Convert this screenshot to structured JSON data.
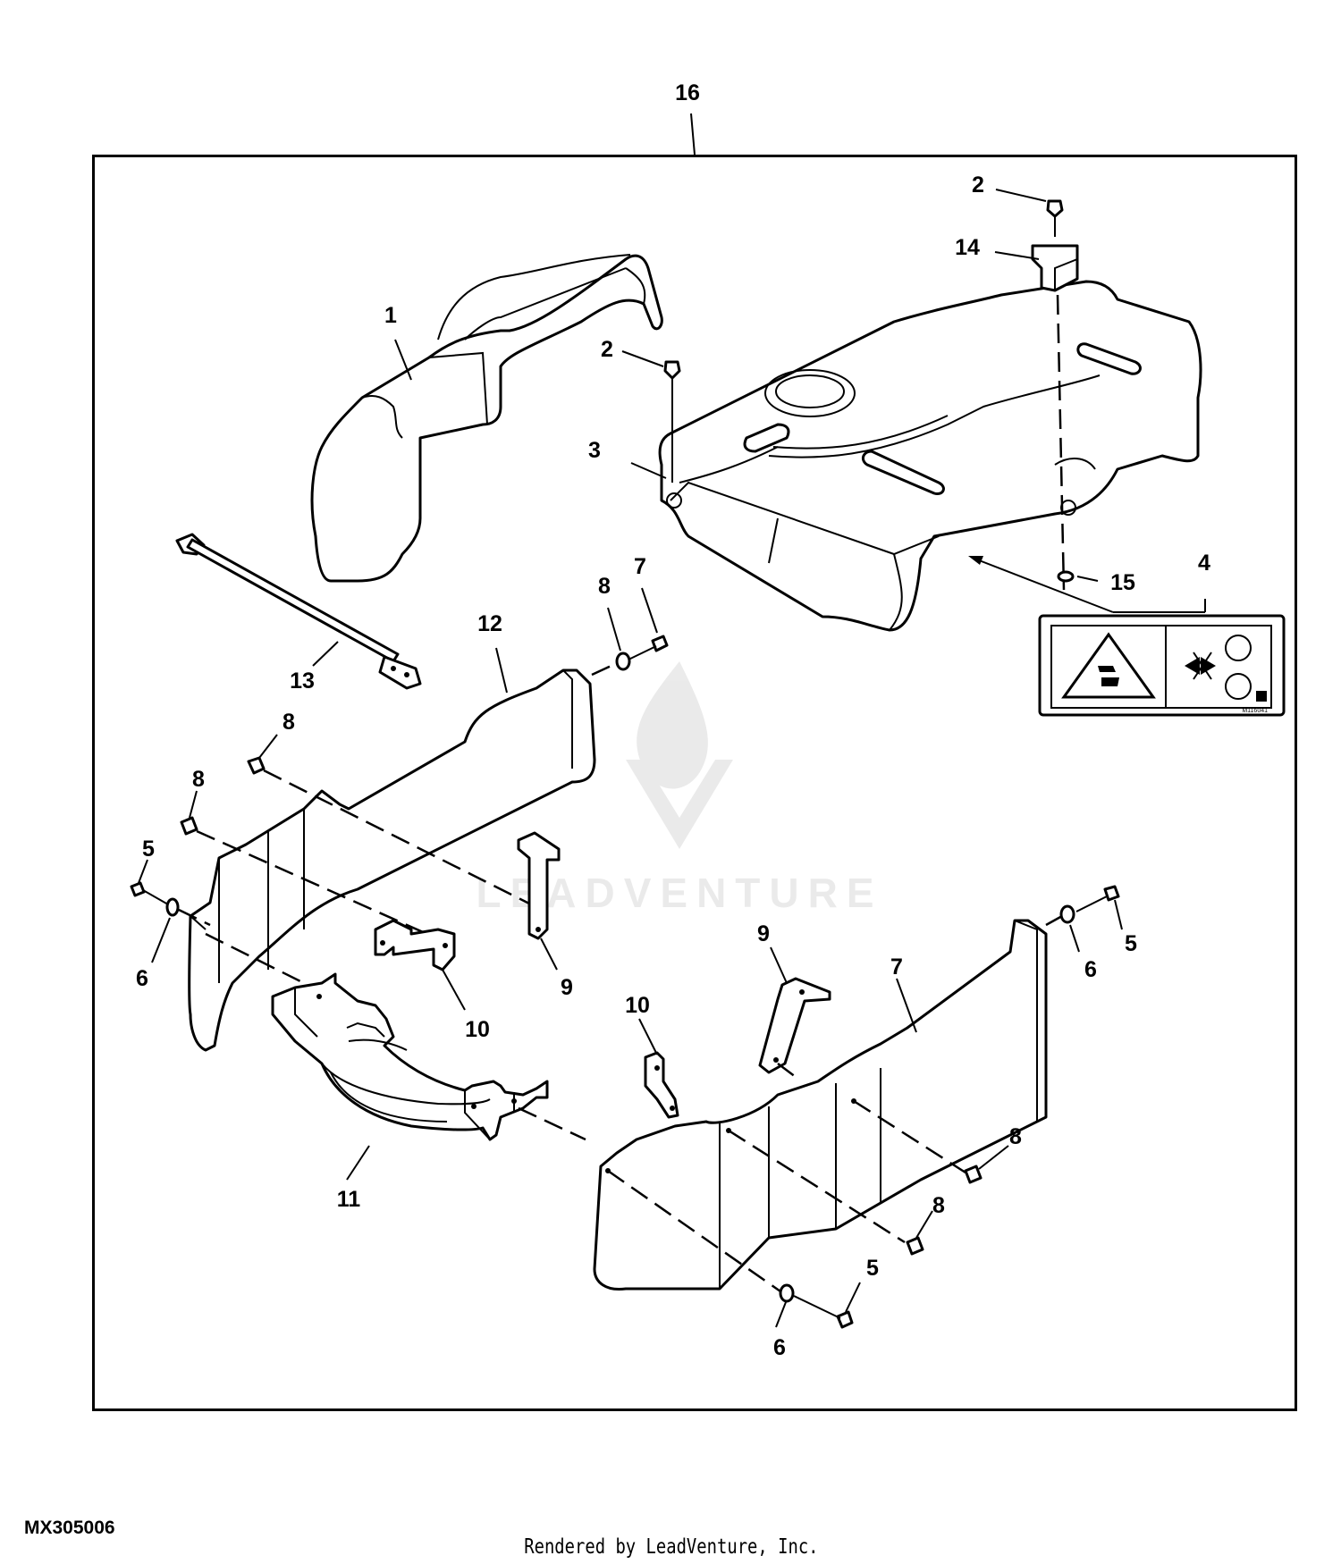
{
  "figure_id": "MX305006",
  "footer_text": "Rendered by LeadVenture, Inc.",
  "watermark_text": "LEADVENTURE",
  "decal": {
    "code": "M116041"
  },
  "callouts": {
    "c16": "16",
    "c2_top": "2",
    "c14": "14",
    "c1": "1",
    "c2_mid": "2",
    "c3": "3",
    "c4": "4",
    "c15": "15",
    "c13": "13",
    "c12": "12",
    "c8_a": "8",
    "c7_a": "7",
    "c8_b": "8",
    "c8_c": "8",
    "c5_a": "5",
    "c6_a": "6",
    "c9_a": "9",
    "c10_a": "10",
    "c11": "11",
    "c9_b": "9",
    "c7_b": "7",
    "c6_b": "6",
    "c5_b": "5",
    "c10_b": "10",
    "c8_d": "8",
    "c8_e": "8",
    "c5_c": "5",
    "c6_c": "6"
  }
}
